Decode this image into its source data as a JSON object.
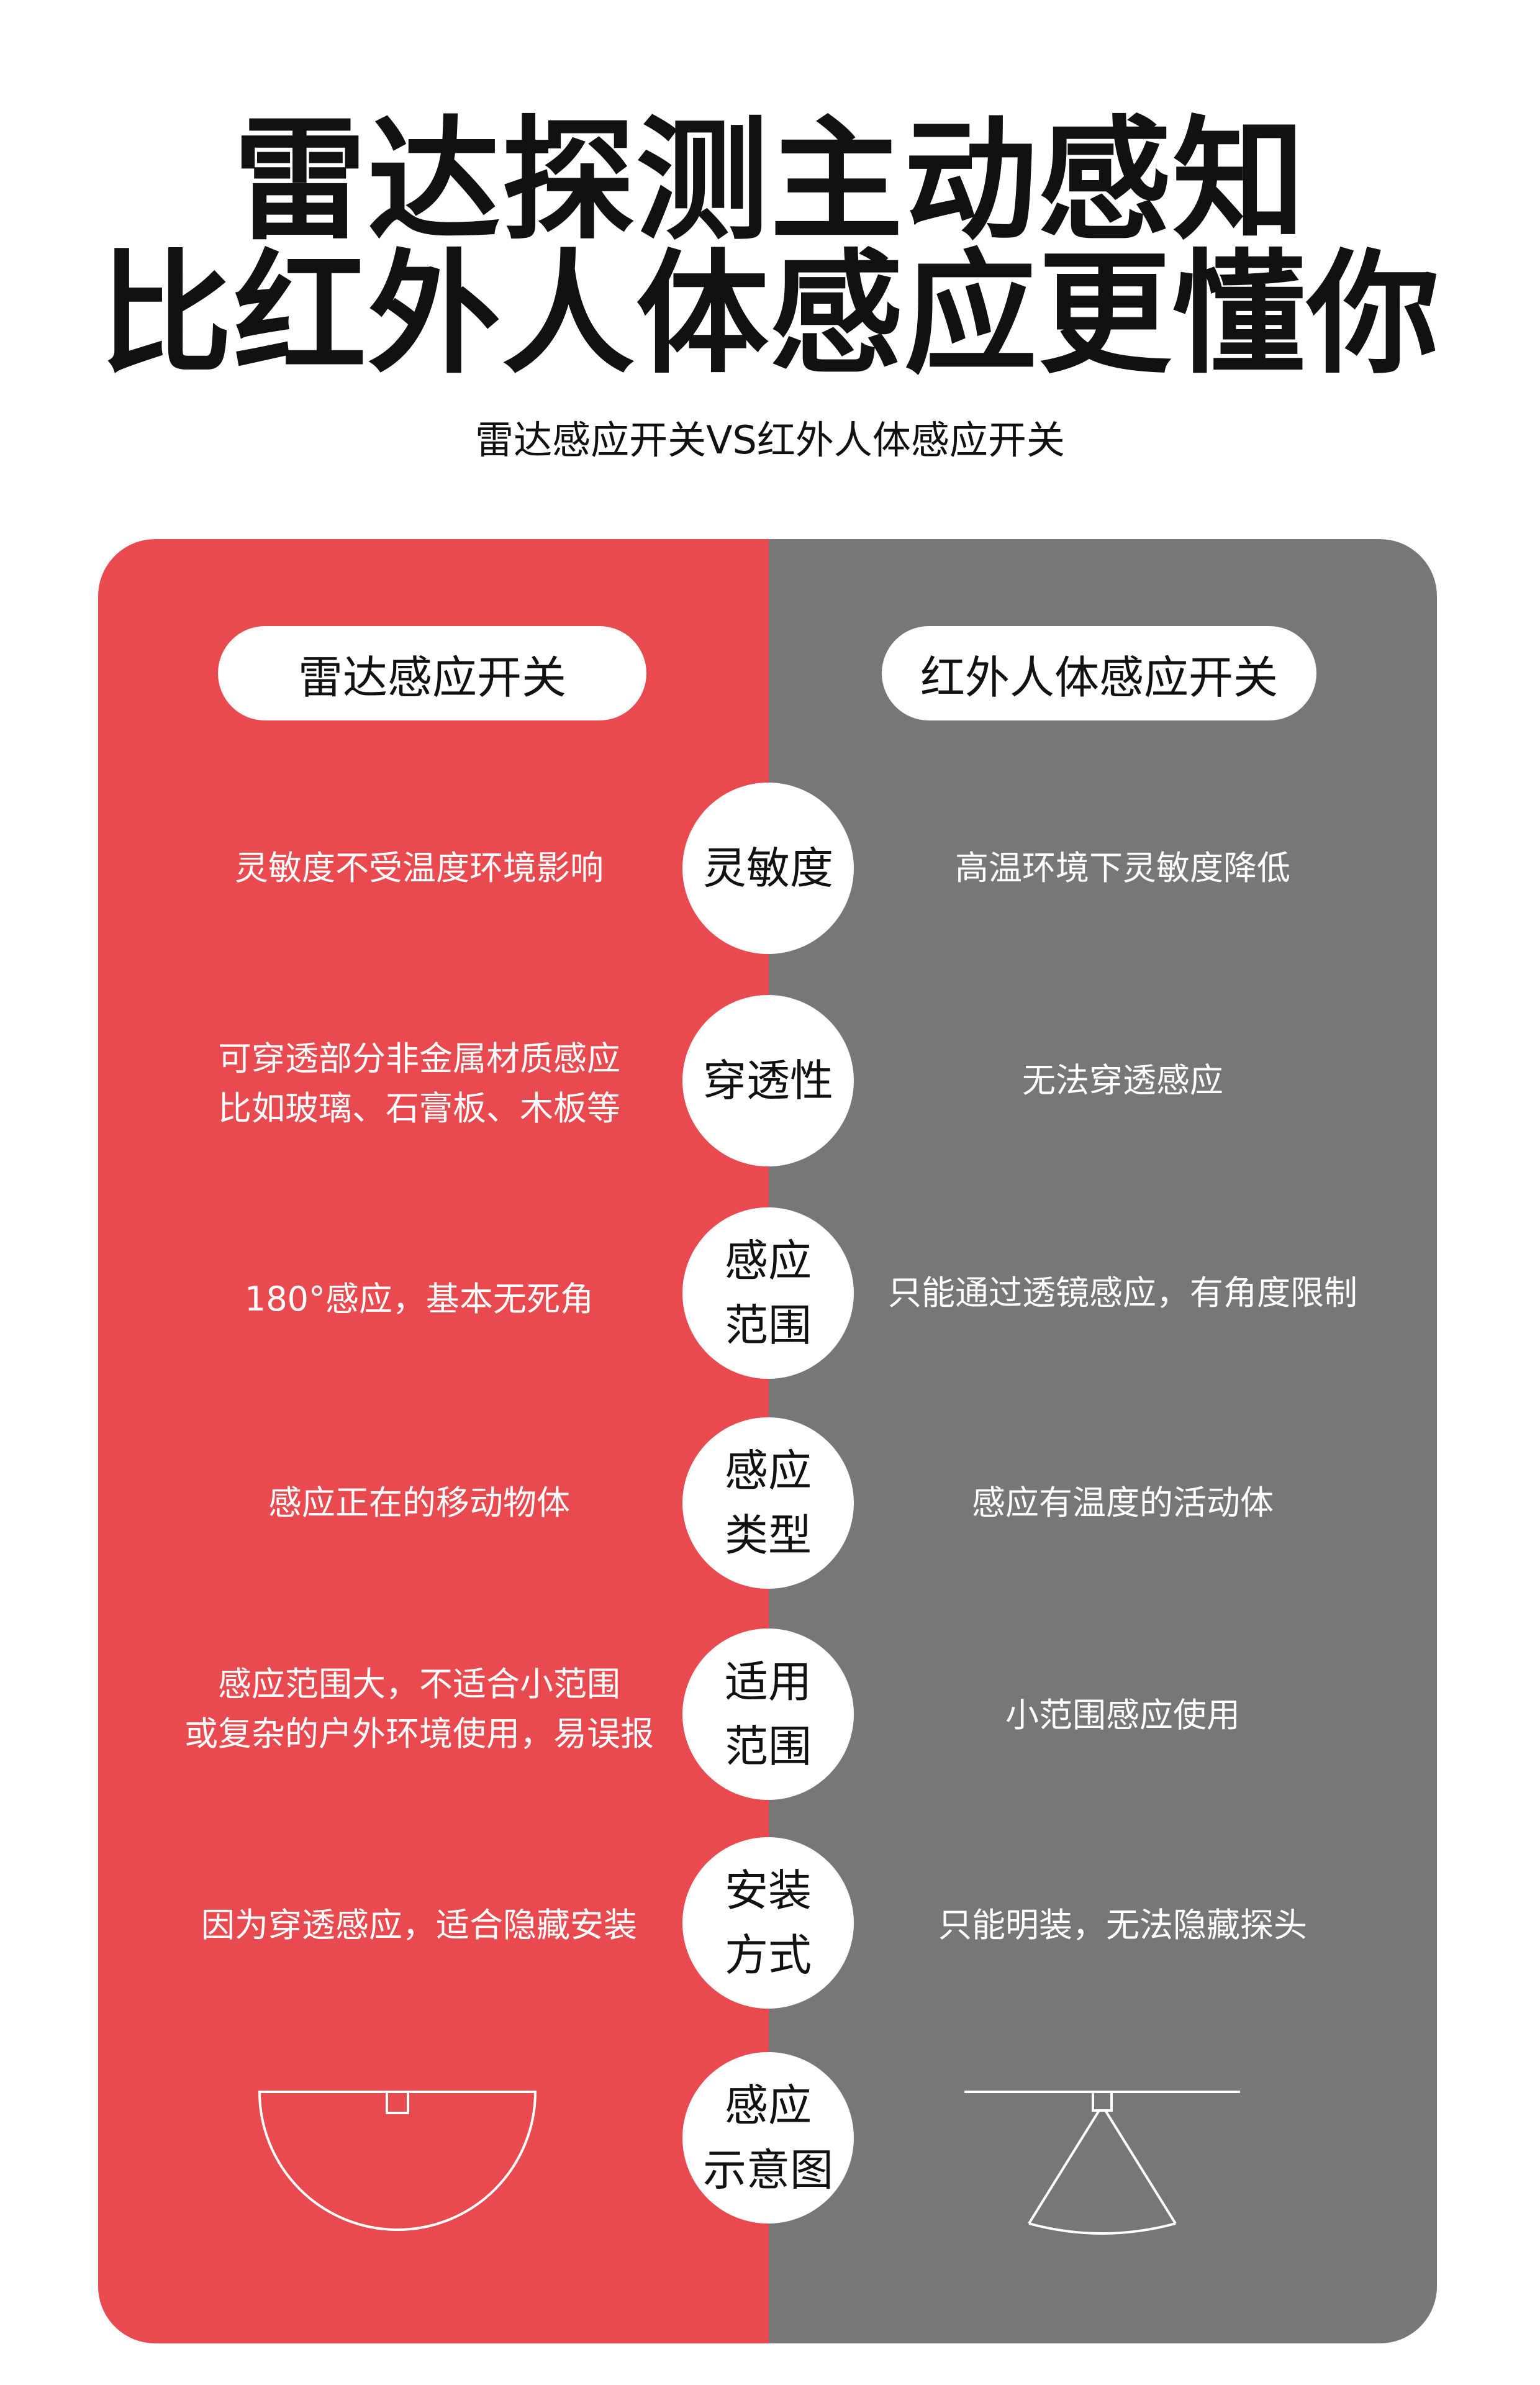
{
  "header": {
    "title_line1": "雷达探测主动感知",
    "title_line2": "比红外人体感应更懂你",
    "subtitle": "雷达感应开关VS红外人体感应开关"
  },
  "columns": {
    "left_title": "雷达感应开关",
    "right_title": "红外人体感应开关"
  },
  "colors": {
    "radar_panel": "#e84a4f",
    "infrared_panel": "#777777",
    "text_dark": "#111111",
    "text_light": "#ffffff"
  },
  "rows": [
    {
      "label": "灵敏度",
      "radar": "灵敏度不受温度环境影响",
      "infrared": "高温环境下灵敏度降低"
    },
    {
      "label": "穿透性",
      "radar": "可穿透部分非金属材质感应\n比如玻璃、石膏板、木板等",
      "infrared": "无法穿透感应"
    },
    {
      "label": "感应\n范围",
      "radar": "180°感应，基本无死角",
      "infrared": "只能通过透镜感应，有角度限制"
    },
    {
      "label": "感应\n类型",
      "radar": "感应正在的移动物体",
      "infrared": "感应有温度的活动体"
    },
    {
      "label": "适用\n范围",
      "radar": "感应范围大，不适合小范围\n或复杂的户外环境使用，易误报",
      "infrared": "小范围感应使用"
    },
    {
      "label": "安装\n方式",
      "radar": "因为穿透感应，适合隐藏安装",
      "infrared": "只能明装，无法隐藏探头"
    },
    {
      "label": "感应\n示意图",
      "radar": "",
      "infrared": ""
    }
  ],
  "diagrams": {
    "radar": "semicircle-coverage-diagram",
    "infrared": "cone-coverage-diagram"
  }
}
